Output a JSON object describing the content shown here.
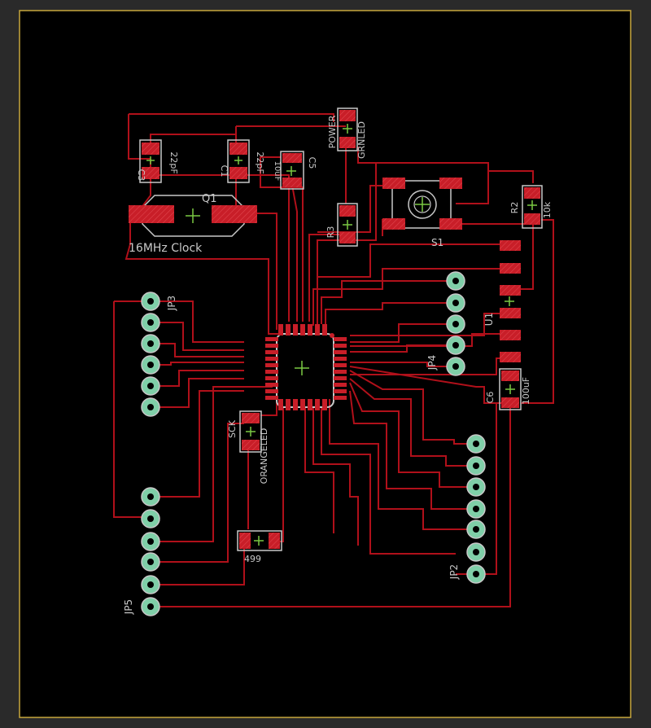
{
  "colors": {
    "board": "#000000",
    "outline": "#c8a83c",
    "trace": "#b0101a",
    "pad": "#c81e28",
    "silk": "#c8c8c8",
    "origin": "#7ac943",
    "header_pad": "#7fcfa8"
  },
  "labels": {
    "c3": "C3",
    "c3_val": "22pF",
    "c1": "C1",
    "c1_val": "22pF",
    "c5": "C5",
    "c5_val": "10uF",
    "power": "POWER",
    "grnled": "GRNLED",
    "q1": "Q1",
    "clock": "16MHz Clock",
    "r3": "R3",
    "s1": "S1",
    "r2": "R2",
    "r2_val": "10k",
    "jp3": "JP3",
    "u1": "U1",
    "jp4": "JP4",
    "c6": "C6",
    "c6_val": "100uF",
    "sck": "SCK",
    "orangeled": "ORANGELED",
    "r499": "499",
    "jp2": "JP2",
    "jp5": "JP5"
  }
}
